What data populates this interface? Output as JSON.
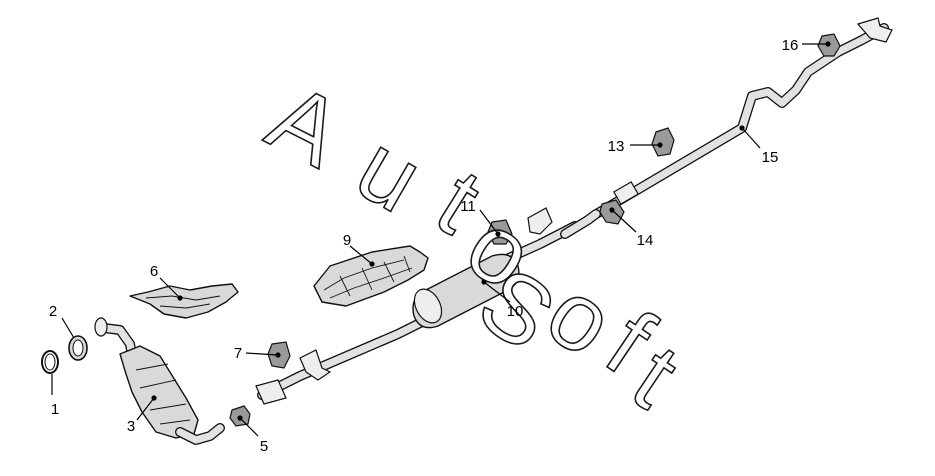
{
  "labels": [
    "1",
    "2",
    "3",
    "5",
    "6",
    "7",
    "9",
    "10",
    "11",
    "13",
    "14",
    "15",
    "16"
  ],
  "watermark": {
    "letters": [
      "A",
      "u",
      "t",
      "o",
      "S",
      "o",
      "f",
      "t"
    ]
  }
}
